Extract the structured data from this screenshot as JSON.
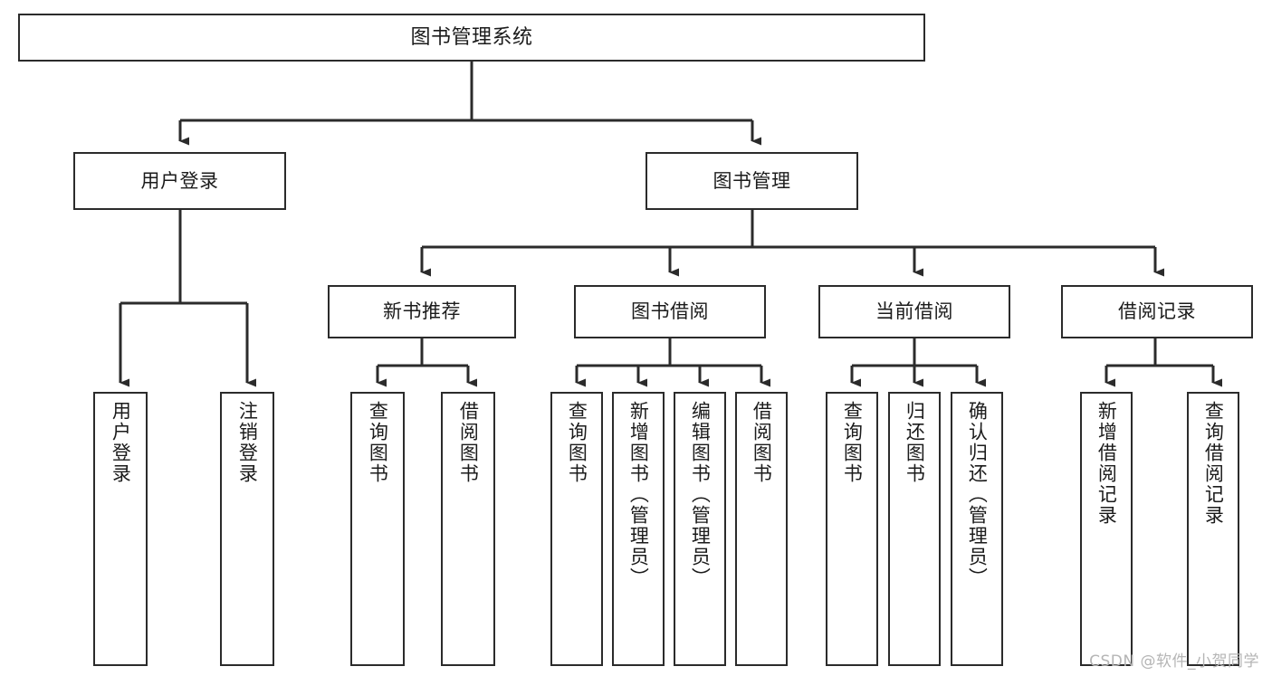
{
  "diagram": {
    "title": "图书管理系统",
    "type": "tree",
    "orientation": "top-down",
    "colors": {
      "box_border": "#2b2b2b",
      "box_fill": "#ffffff",
      "connector": "#2b2b2b",
      "text": "#1b1b1b",
      "watermark": "#b5b5b5",
      "background": "#ffffff"
    },
    "watermark": "CSDN @软件_小贺同学",
    "nodes": {
      "root": {
        "label": "图书管理系统"
      },
      "level2": [
        {
          "id": "user-login",
          "label": "用户登录"
        },
        {
          "id": "book-manage",
          "label": "图书管理"
        }
      ],
      "level3": [
        {
          "id": "new-book-recommend",
          "label": "新书推荐"
        },
        {
          "id": "book-borrow",
          "label": "图书借阅"
        },
        {
          "id": "current-borrow",
          "label": "当前借阅"
        },
        {
          "id": "borrow-record",
          "label": "借阅记录"
        }
      ],
      "leaves": {
        "user-login": [
          {
            "id": "leaf-user-login",
            "label": "用户登录"
          },
          {
            "id": "leaf-logout",
            "label": "注销登录"
          }
        ],
        "new-book-recommend": [
          {
            "id": "leaf-query-book-1",
            "label": "查询图书"
          },
          {
            "id": "leaf-borrow-book-1",
            "label": "借阅图书"
          }
        ],
        "book-borrow": [
          {
            "id": "leaf-query-book-2",
            "label": "查询图书"
          },
          {
            "id": "leaf-add-book",
            "label": "新增图书（管理员）"
          },
          {
            "id": "leaf-edit-book",
            "label": "编辑图书（管理员）"
          },
          {
            "id": "leaf-borrow-book-2",
            "label": "借阅图书"
          }
        ],
        "current-borrow": [
          {
            "id": "leaf-query-book-3",
            "label": "查询图书"
          },
          {
            "id": "leaf-return-book",
            "label": "归还图书"
          },
          {
            "id": "leaf-confirm-return",
            "label": "确认归还（管理员）"
          }
        ],
        "borrow-record": [
          {
            "id": "leaf-add-record",
            "label": "新增借阅记录"
          },
          {
            "id": "leaf-query-record",
            "label": "查询借阅记录"
          }
        ]
      }
    }
  }
}
